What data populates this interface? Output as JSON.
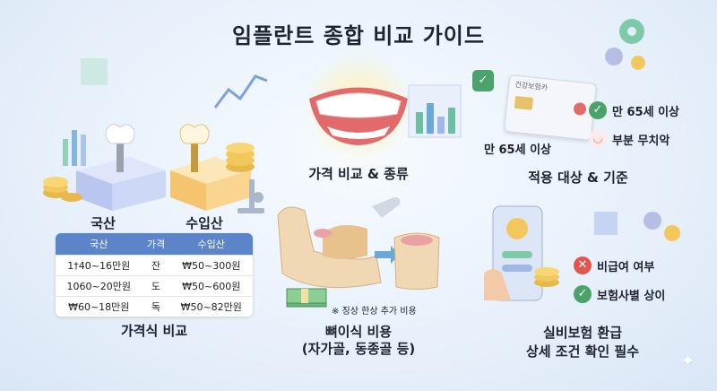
{
  "title": "임플란트 종합 비교 가이드",
  "left": {
    "domestic_label": "국산",
    "imported_label": "수입산",
    "table_headers": [
      "국산",
      "가격",
      "수입산"
    ],
    "rows": [
      {
        "domestic": "1†40~16만원",
        "mid": "잔",
        "imported": "₩50~300원"
      },
      {
        "domestic": "1060~20만원",
        "mid": "도",
        "imported": "₩50~600원"
      },
      {
        "domestic": "₩60~18만원",
        "mid": "독",
        "imported": "₩50~82만원"
      }
    ],
    "caption": "가격식 비교"
  },
  "center_top": {
    "caption": "가격 비교 & 종류"
  },
  "center_bottom": {
    "note": "※ 징상 한상 추가 비용",
    "caption_line1": "뼈이식 비용",
    "caption_line2": "(자가골, 동종골 등)"
  },
  "right_top": {
    "card_title": "건강보험카",
    "card_label": "만 65세 이상",
    "items": [
      {
        "icon": "check",
        "text": "만 65세 이상"
      },
      {
        "icon": "tooth",
        "text": "부분 무치악"
      }
    ],
    "caption": "적용 대상 & 기준"
  },
  "right_bottom": {
    "items": [
      {
        "icon": "cross",
        "text": "비급여 여부"
      },
      {
        "icon": "check",
        "text": "보험사별 상이"
      }
    ],
    "caption_line1": "실비보험 환급",
    "caption_line2": "상세 조건 확인 필수"
  }
}
